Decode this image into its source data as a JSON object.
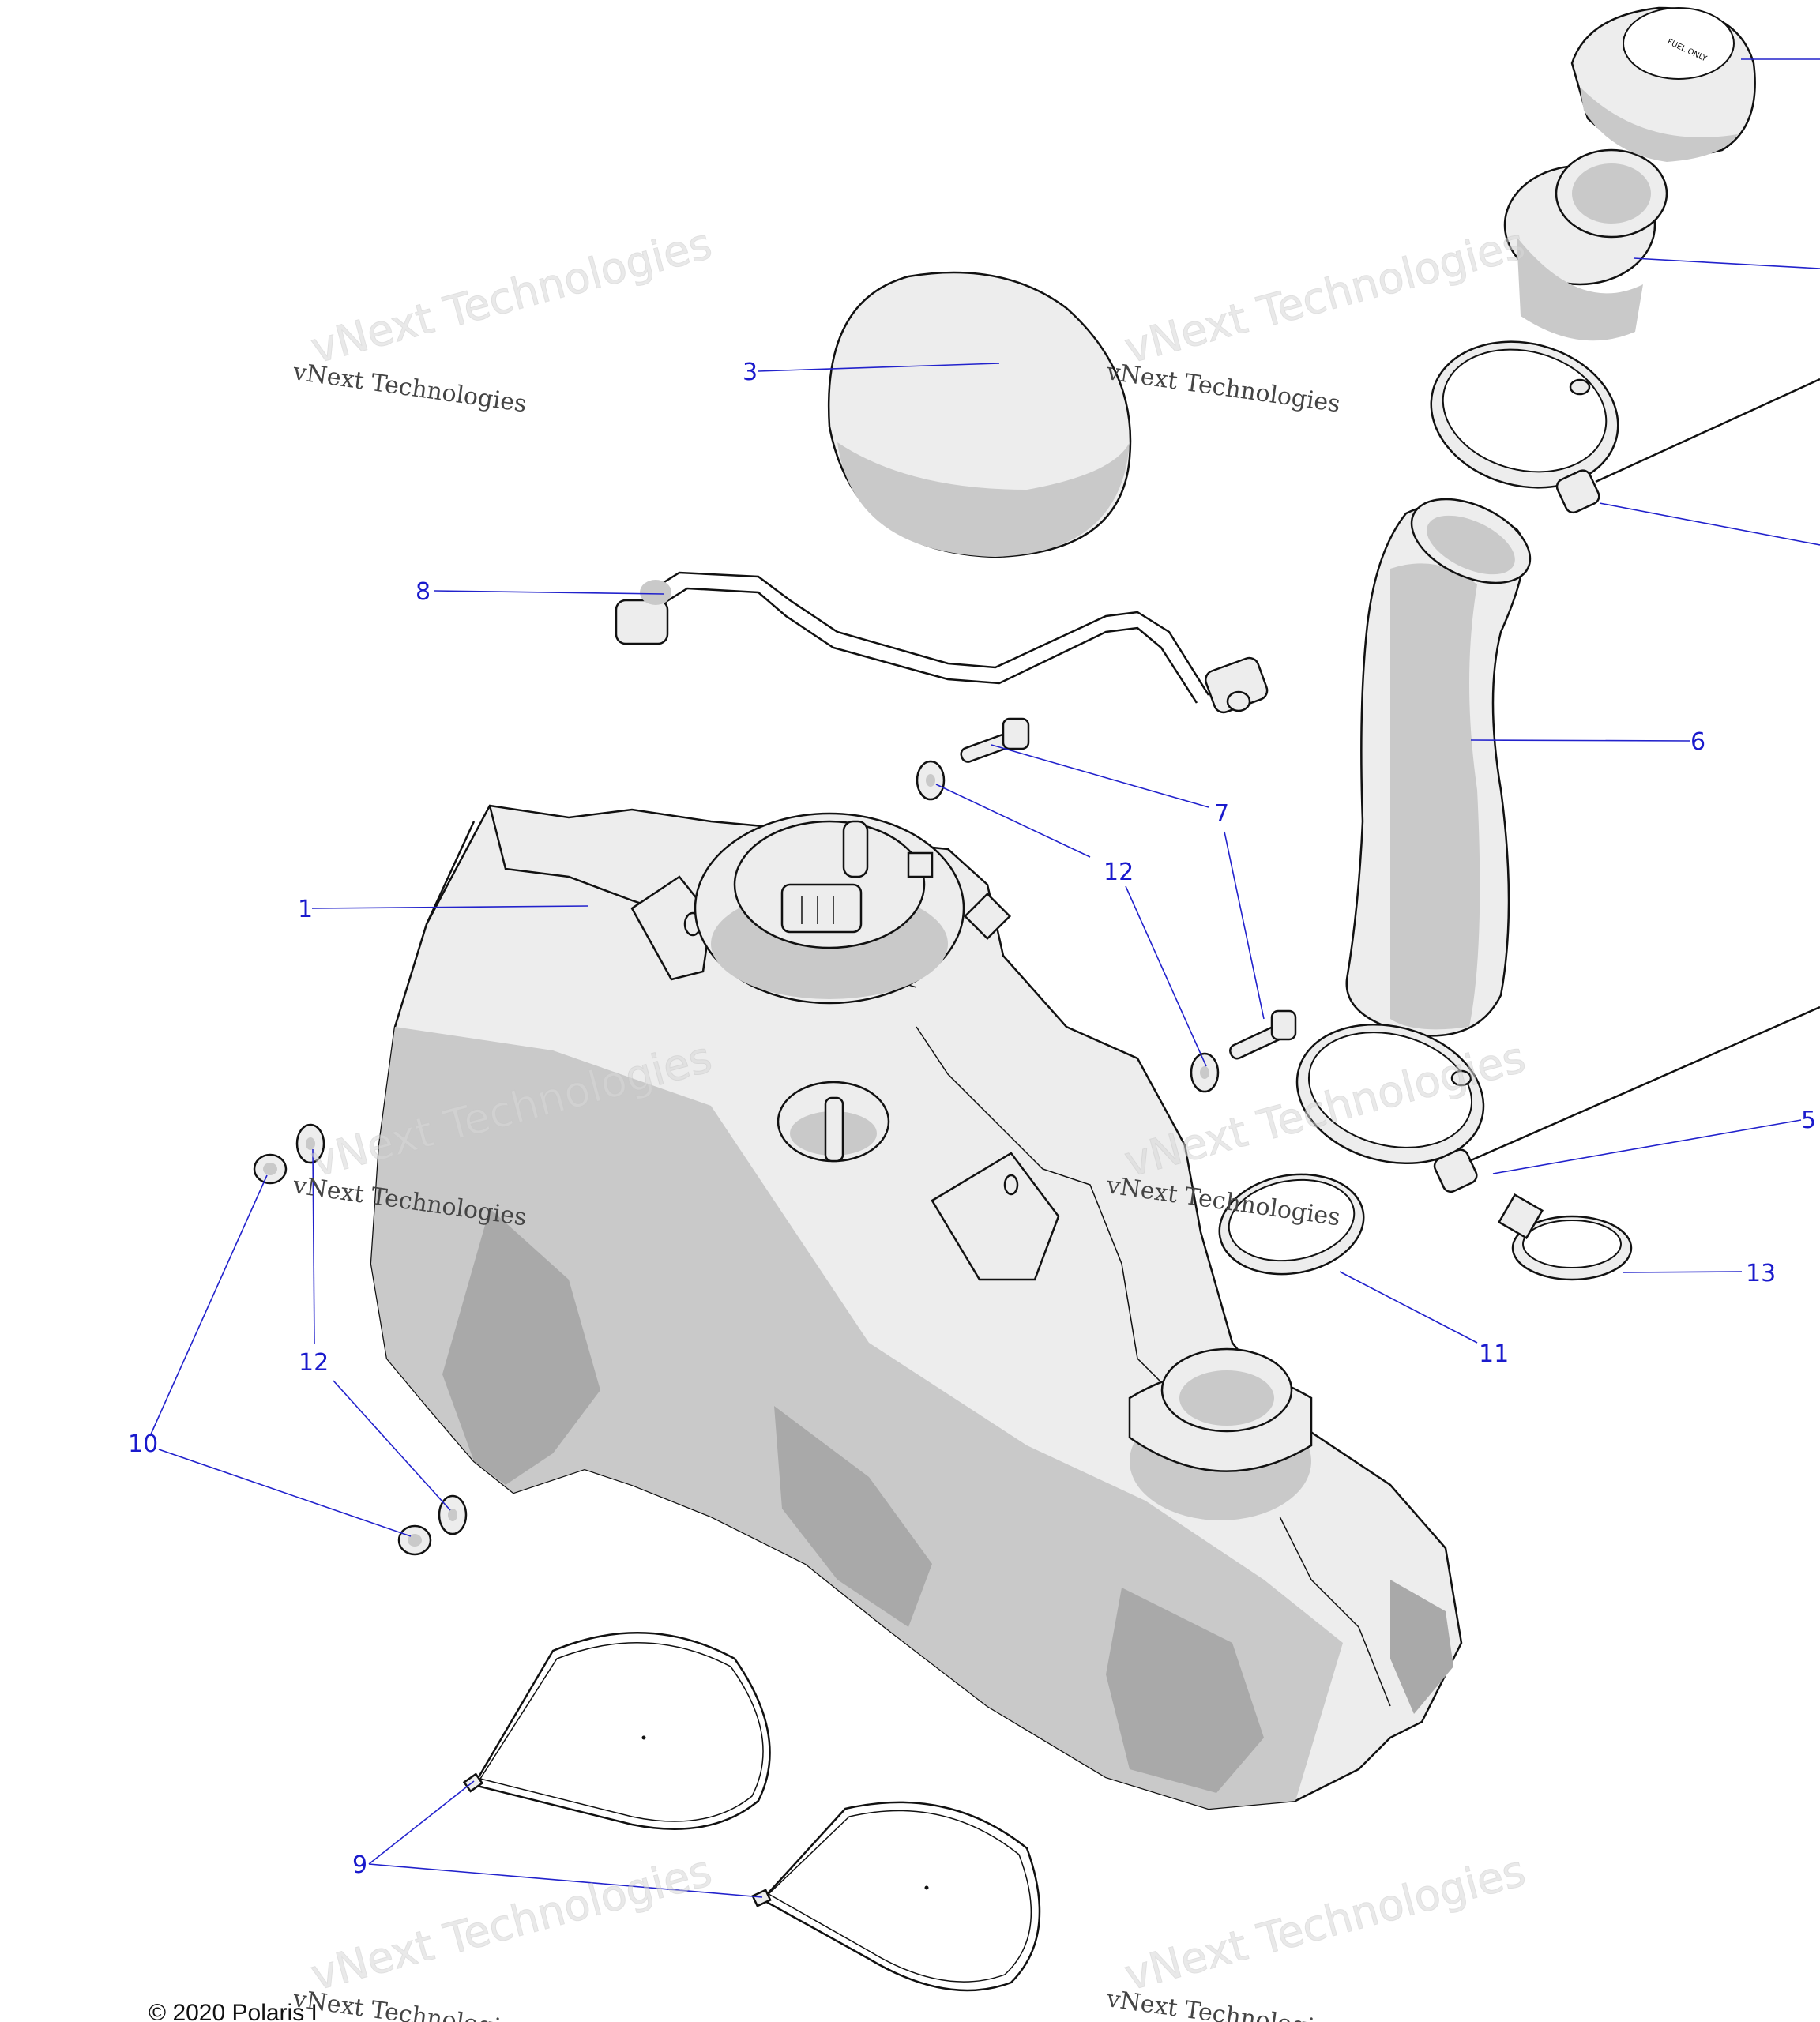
{
  "diagram": {
    "callouts": {
      "c1": "1",
      "c3": "3",
      "c5": "5",
      "c6": "6",
      "c7": "7",
      "c8": "8",
      "c9": "9",
      "c10": "10",
      "c11": "11",
      "c12a": "12",
      "c12b": "12",
      "c13": "13"
    },
    "fuel_cap_text": "FUEL ONLY",
    "watermark": {
      "logo_text": "vNext Technologies",
      "caption": "vNext Technologies"
    },
    "copyright": "© 2020 Polaris I"
  }
}
